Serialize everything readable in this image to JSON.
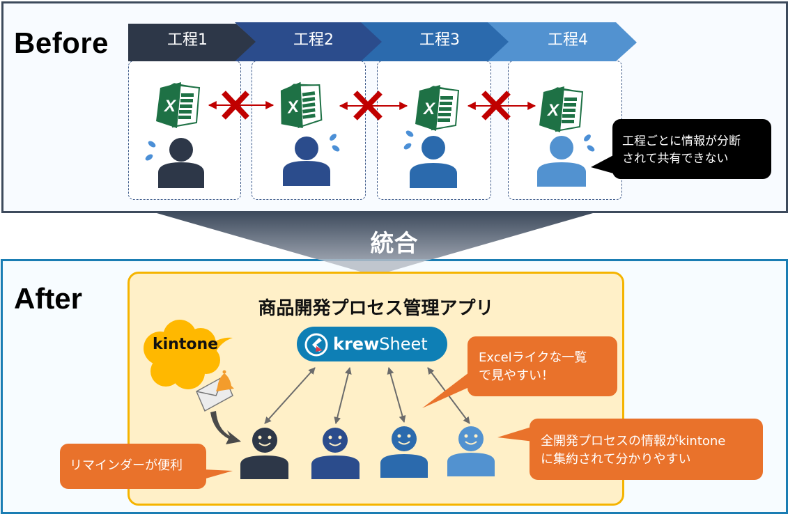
{
  "before": {
    "label": "Before",
    "steps": [
      {
        "label": "工程1",
        "color": "#2d3748"
      },
      {
        "label": "工程2",
        "color": "#2b4c8c"
      },
      {
        "label": "工程3",
        "color": "#2b6aad"
      },
      {
        "label": "工程4",
        "color": "#5292d0"
      }
    ],
    "file_icon": "excel-icon",
    "blocked_icon": "red-x-icon",
    "callout": {
      "line1": "工程ごとに情報が分断",
      "line2": "されて共有できない"
    }
  },
  "merge": {
    "label": "統合"
  },
  "after": {
    "label": "After",
    "app_title": "商品開発プロセス管理アプリ",
    "krewsheet": {
      "bold": "krew",
      "regular": "Sheet"
    },
    "kintone_label": "kintone",
    "reminder_icon": "mail-bell-icon",
    "users": [
      {
        "color": "#2d3748"
      },
      {
        "color": "#2b4c8c"
      },
      {
        "color": "#2b6aad"
      },
      {
        "color": "#5292d0"
      }
    ],
    "callouts": {
      "excel_like": {
        "line1": "Excelライクな一覧",
        "line2": "で見やすい！"
      },
      "aggregated": {
        "line1": "全開発プロセスの情報がkintone",
        "line2": "に集約されて分かりやすい"
      },
      "reminder": {
        "line1": "リマインダーが便利"
      }
    }
  },
  "colors": {
    "before_border": "#3d4a5c",
    "after_border": "#1a7db3",
    "app_fill": "#fff0c8",
    "app_border": "#f5b400",
    "callout_orange": "#e9722b",
    "krew_blue": "#0e7fb5",
    "kintone_yellow": "#ffb800",
    "blocked_red": "#c00000",
    "excel_green": "#1e7145"
  }
}
